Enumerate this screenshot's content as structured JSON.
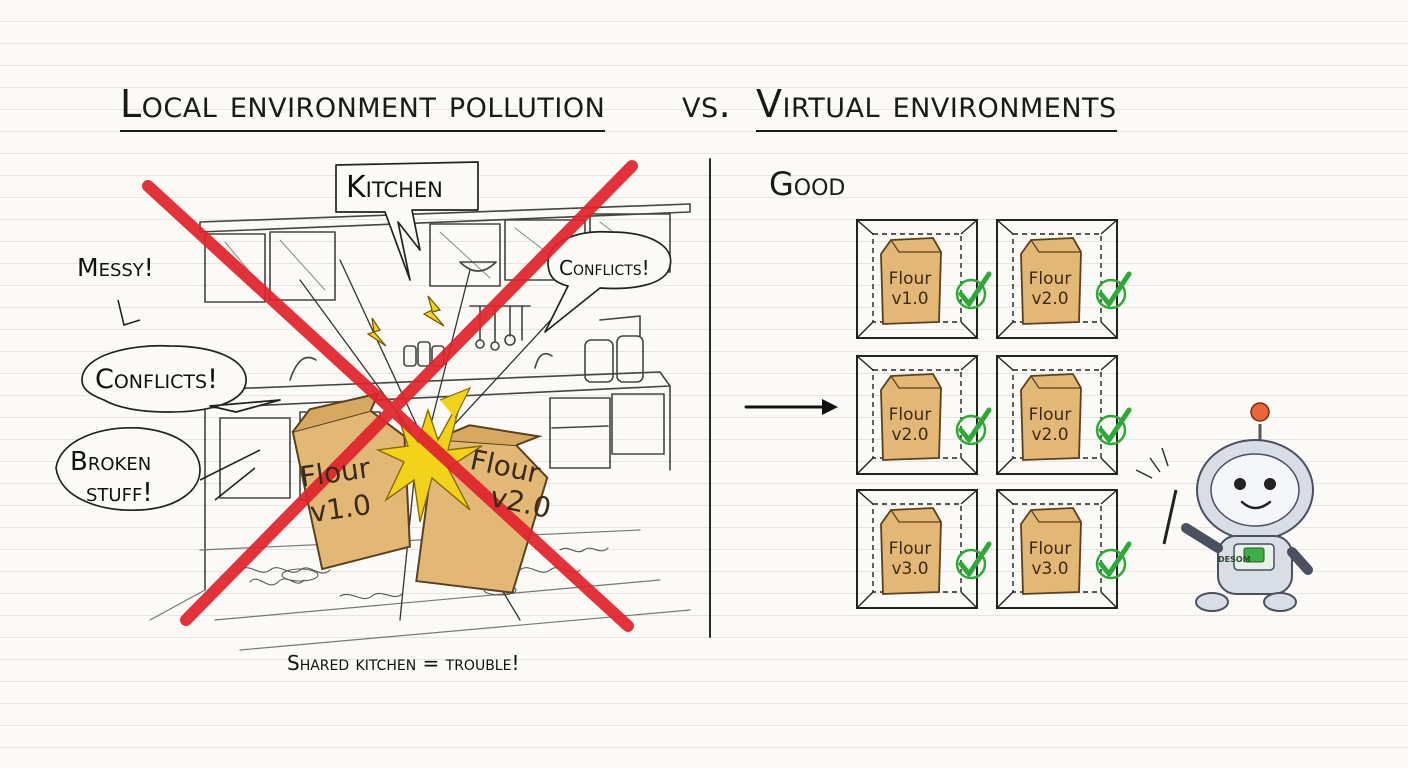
{
  "title": {
    "left": "Local environment pollution",
    "vs": "vs.",
    "right": "Virtual environments"
  },
  "bad_side": {
    "kitchen_label": "Kitchen",
    "messy_label": "Messy!",
    "conflicts_top_label": "Conflicts!",
    "conflicts_left_label": "Conflicts!",
    "broken_label_line1": "Broken",
    "broken_label_line2": "stuff!",
    "bag_left": {
      "word": "Flour",
      "version": "v1.0"
    },
    "bag_right": {
      "word": "Flour",
      "version": "v2.0"
    },
    "caption": "Shared kitchen = trouble!"
  },
  "good_side": {
    "label": "Good",
    "crates": [
      {
        "word": "Flour",
        "version": "v1.0"
      },
      {
        "word": "Flour",
        "version": "v2.0"
      },
      {
        "word": "Flour",
        "version": "v2.0"
      },
      {
        "word": "Flour",
        "version": "v2.0"
      },
      {
        "word": "Flour",
        "version": "v3.0"
      },
      {
        "word": "Flour",
        "version": "v3.0"
      }
    ],
    "robot_badge": "DESOM"
  },
  "colors": {
    "cross_red": "#e0232b",
    "bag_tan": "#e3b877",
    "check_green": "#2fa83a",
    "spark_yellow": "#f3d21b",
    "robot_body": "#d8dde6"
  },
  "icons": [
    "red-x-cross-icon",
    "flour-bag-icon",
    "check-mark-icon",
    "arrow-right-icon",
    "robot-icon",
    "lightning-icon"
  ]
}
